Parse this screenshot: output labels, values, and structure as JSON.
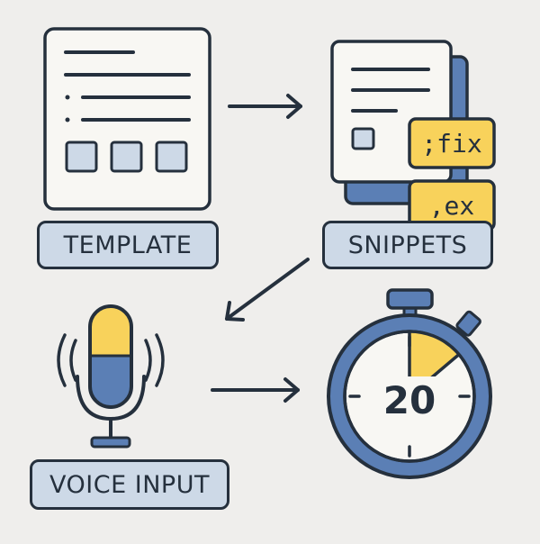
{
  "colors": {
    "background": "#efeeec",
    "outline": "#25303d",
    "paper": "#f8f7f3",
    "blue": "#5b7fb5",
    "light_blue": "#cdd9e7",
    "yellow": "#f8d25b"
  },
  "steps": [
    {
      "label": "TEMPLATE",
      "icon": "template-document-icon"
    },
    {
      "label": "SNIPPETS",
      "icon": "snippets-documents-icon",
      "tags": [
        ";fix",
        ",ex"
      ]
    },
    {
      "label": "VOICE INPUT",
      "icon": "microphone-icon"
    },
    {
      "label": "",
      "icon": "stopwatch-icon",
      "value": "20"
    }
  ]
}
